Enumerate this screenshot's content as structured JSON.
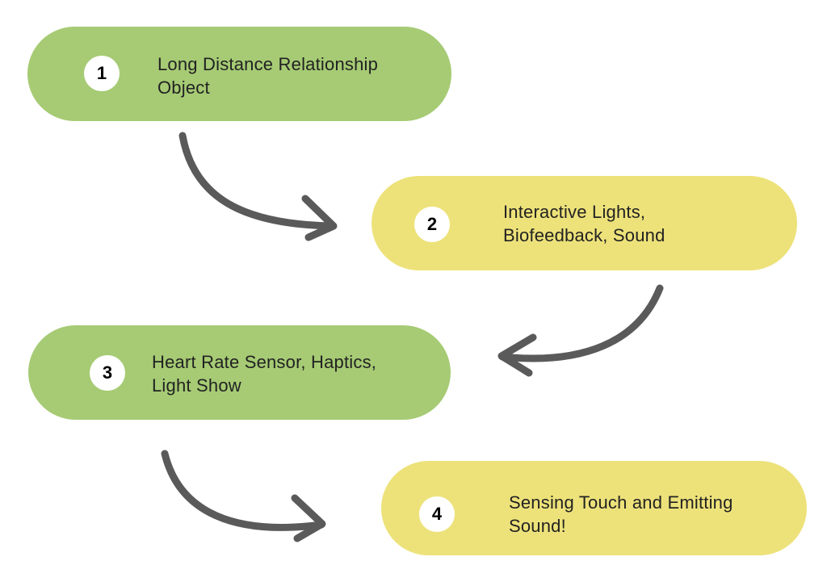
{
  "steps": [
    {
      "number": "1",
      "color": "#a6cb74",
      "lines": [
        "Long Distance Relationship",
        "Object"
      ]
    },
    {
      "number": "2",
      "color": "#ede27a",
      "lines": [
        "Interactive Lights,",
        "Biofeedback, Sound"
      ]
    },
    {
      "number": "3",
      "color": "#a6cb74",
      "lines": [
        "Heart Rate Sensor, Haptics,",
        "Light Show"
      ]
    },
    {
      "number": "4",
      "color": "#ede27a",
      "lines": [
        "Sensing Touch and Emitting",
        "Sound!"
      ]
    }
  ],
  "arrow_color": "#5a5a5a"
}
